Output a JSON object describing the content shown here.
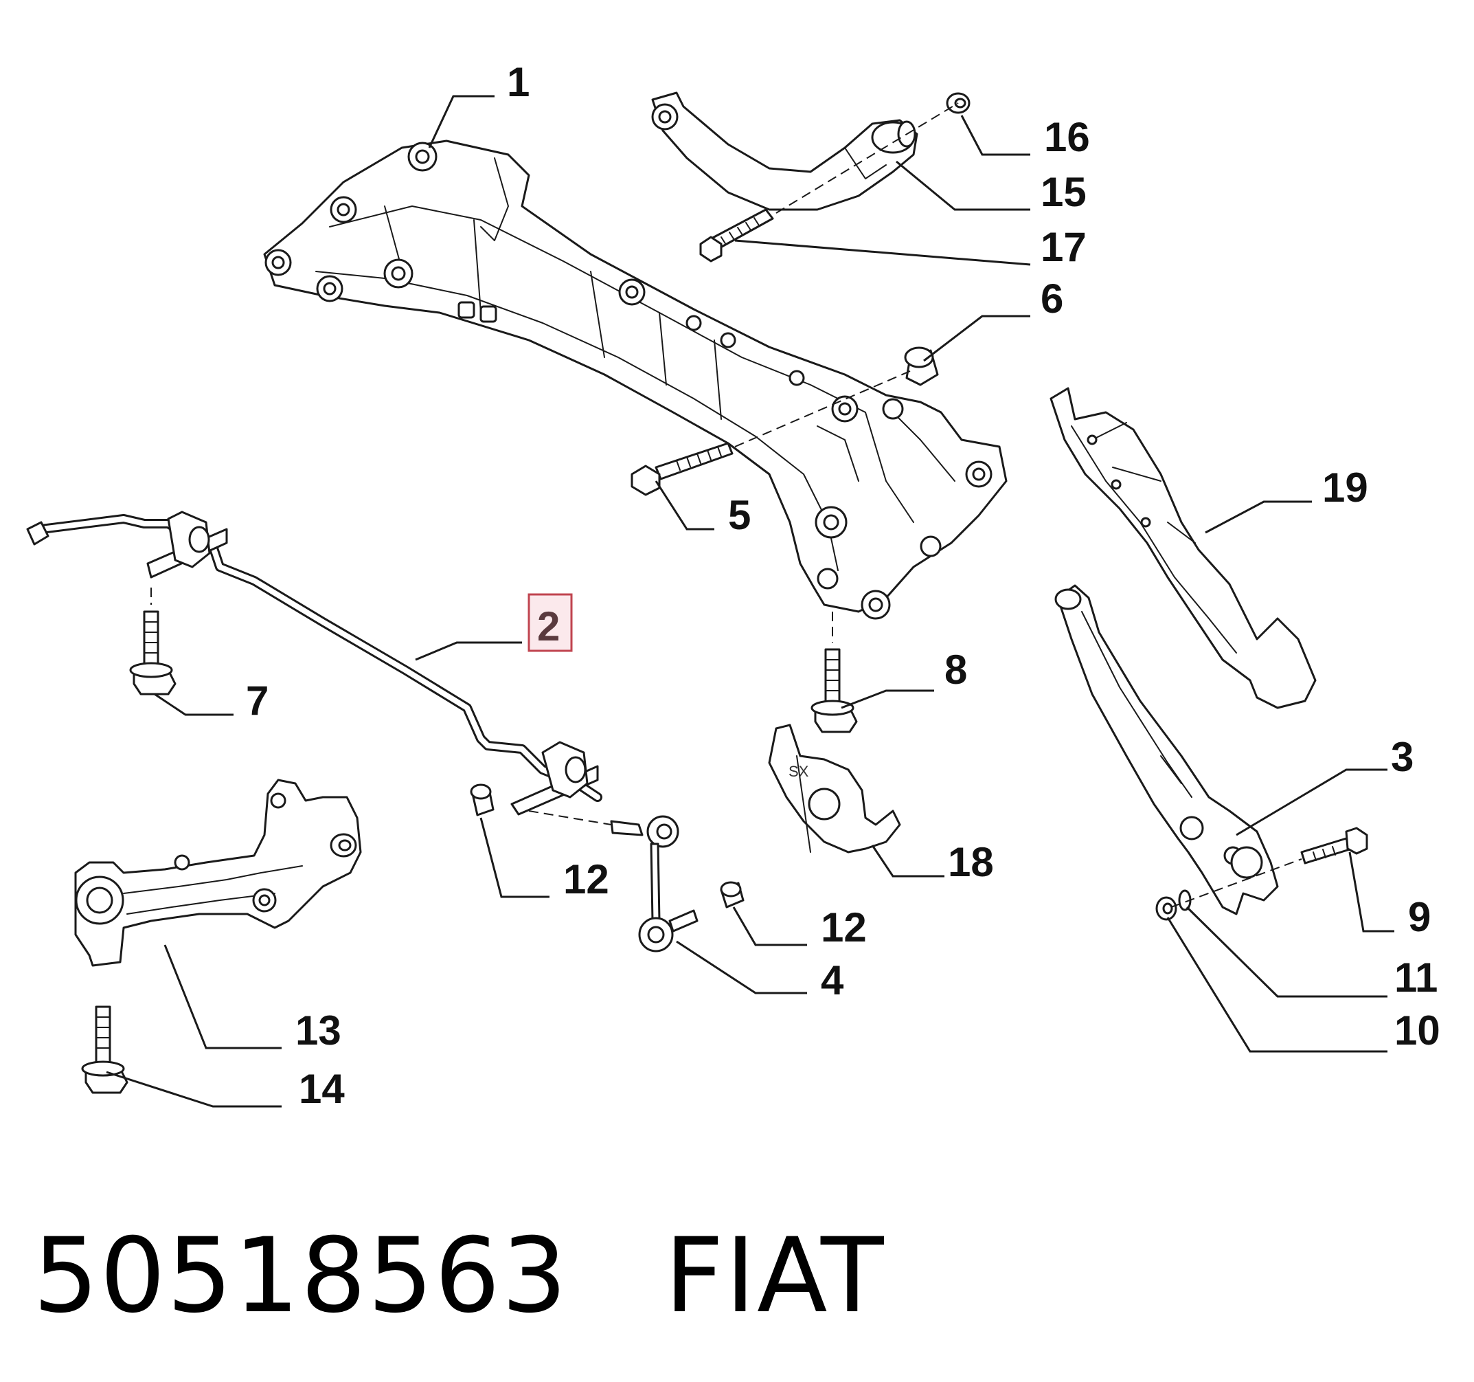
{
  "callouts": {
    "c1": "1",
    "c2": "2",
    "c3": "3",
    "c4": "4",
    "c5": "5",
    "c6": "6",
    "c7": "7",
    "c8": "8",
    "c9": "9",
    "c10": "10",
    "c11": "11",
    "c12a": "12",
    "c12b": "12",
    "c13": "13",
    "c14": "14",
    "c15": "15",
    "c16": "16",
    "c17": "17",
    "c18": "18",
    "c19": "19"
  },
  "highlighted_callout": "2",
  "highlight_color": "#c0444f",
  "bracket_marking": "SX",
  "caption": {
    "part_number": "50518563",
    "brand": "FIAT"
  }
}
